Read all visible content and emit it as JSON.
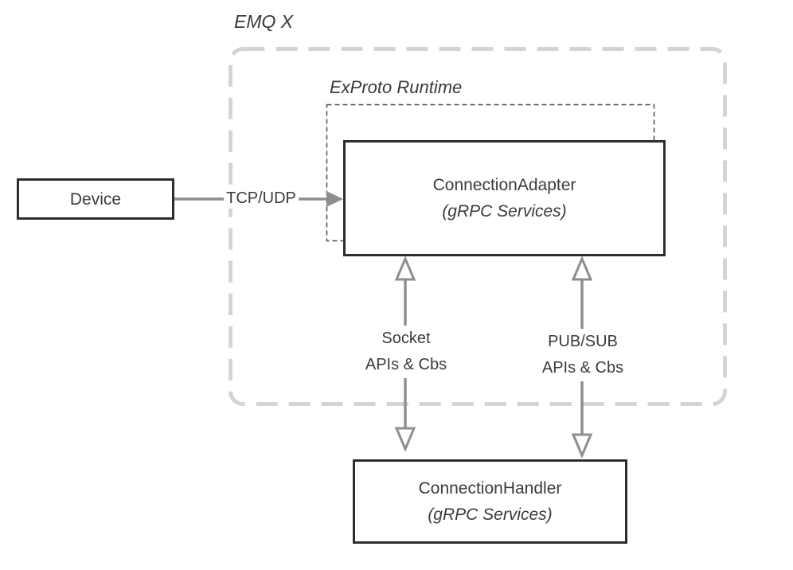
{
  "diagram": {
    "title": "EMQ X",
    "runtime_boundary_label": "ExProto Runtime",
    "nodes": {
      "device": {
        "label": "Device"
      },
      "connection_adapter": {
        "label": "ConnectionAdapter",
        "sublabel": "(gRPC Services)"
      },
      "connection_handler": {
        "label": "ConnectionHandler",
        "sublabel": "(gRPC Services)"
      }
    },
    "edges": {
      "tcp_udp": {
        "label": "TCP/UDP"
      },
      "socket": {
        "label_line1": "Socket",
        "label_line2": "APIs & Cbs"
      },
      "pubsub": {
        "label_line1": "PUB/SUB",
        "label_line2": "APIs & Cbs"
      }
    },
    "colors": {
      "boundary_dash": "#d4d4d4",
      "inner_dash": "#4d4d4d",
      "box_border": "#2d2d2d",
      "arrow": "#8e8e8e",
      "text": "#3b3b3b",
      "background": "#ffffff"
    }
  }
}
